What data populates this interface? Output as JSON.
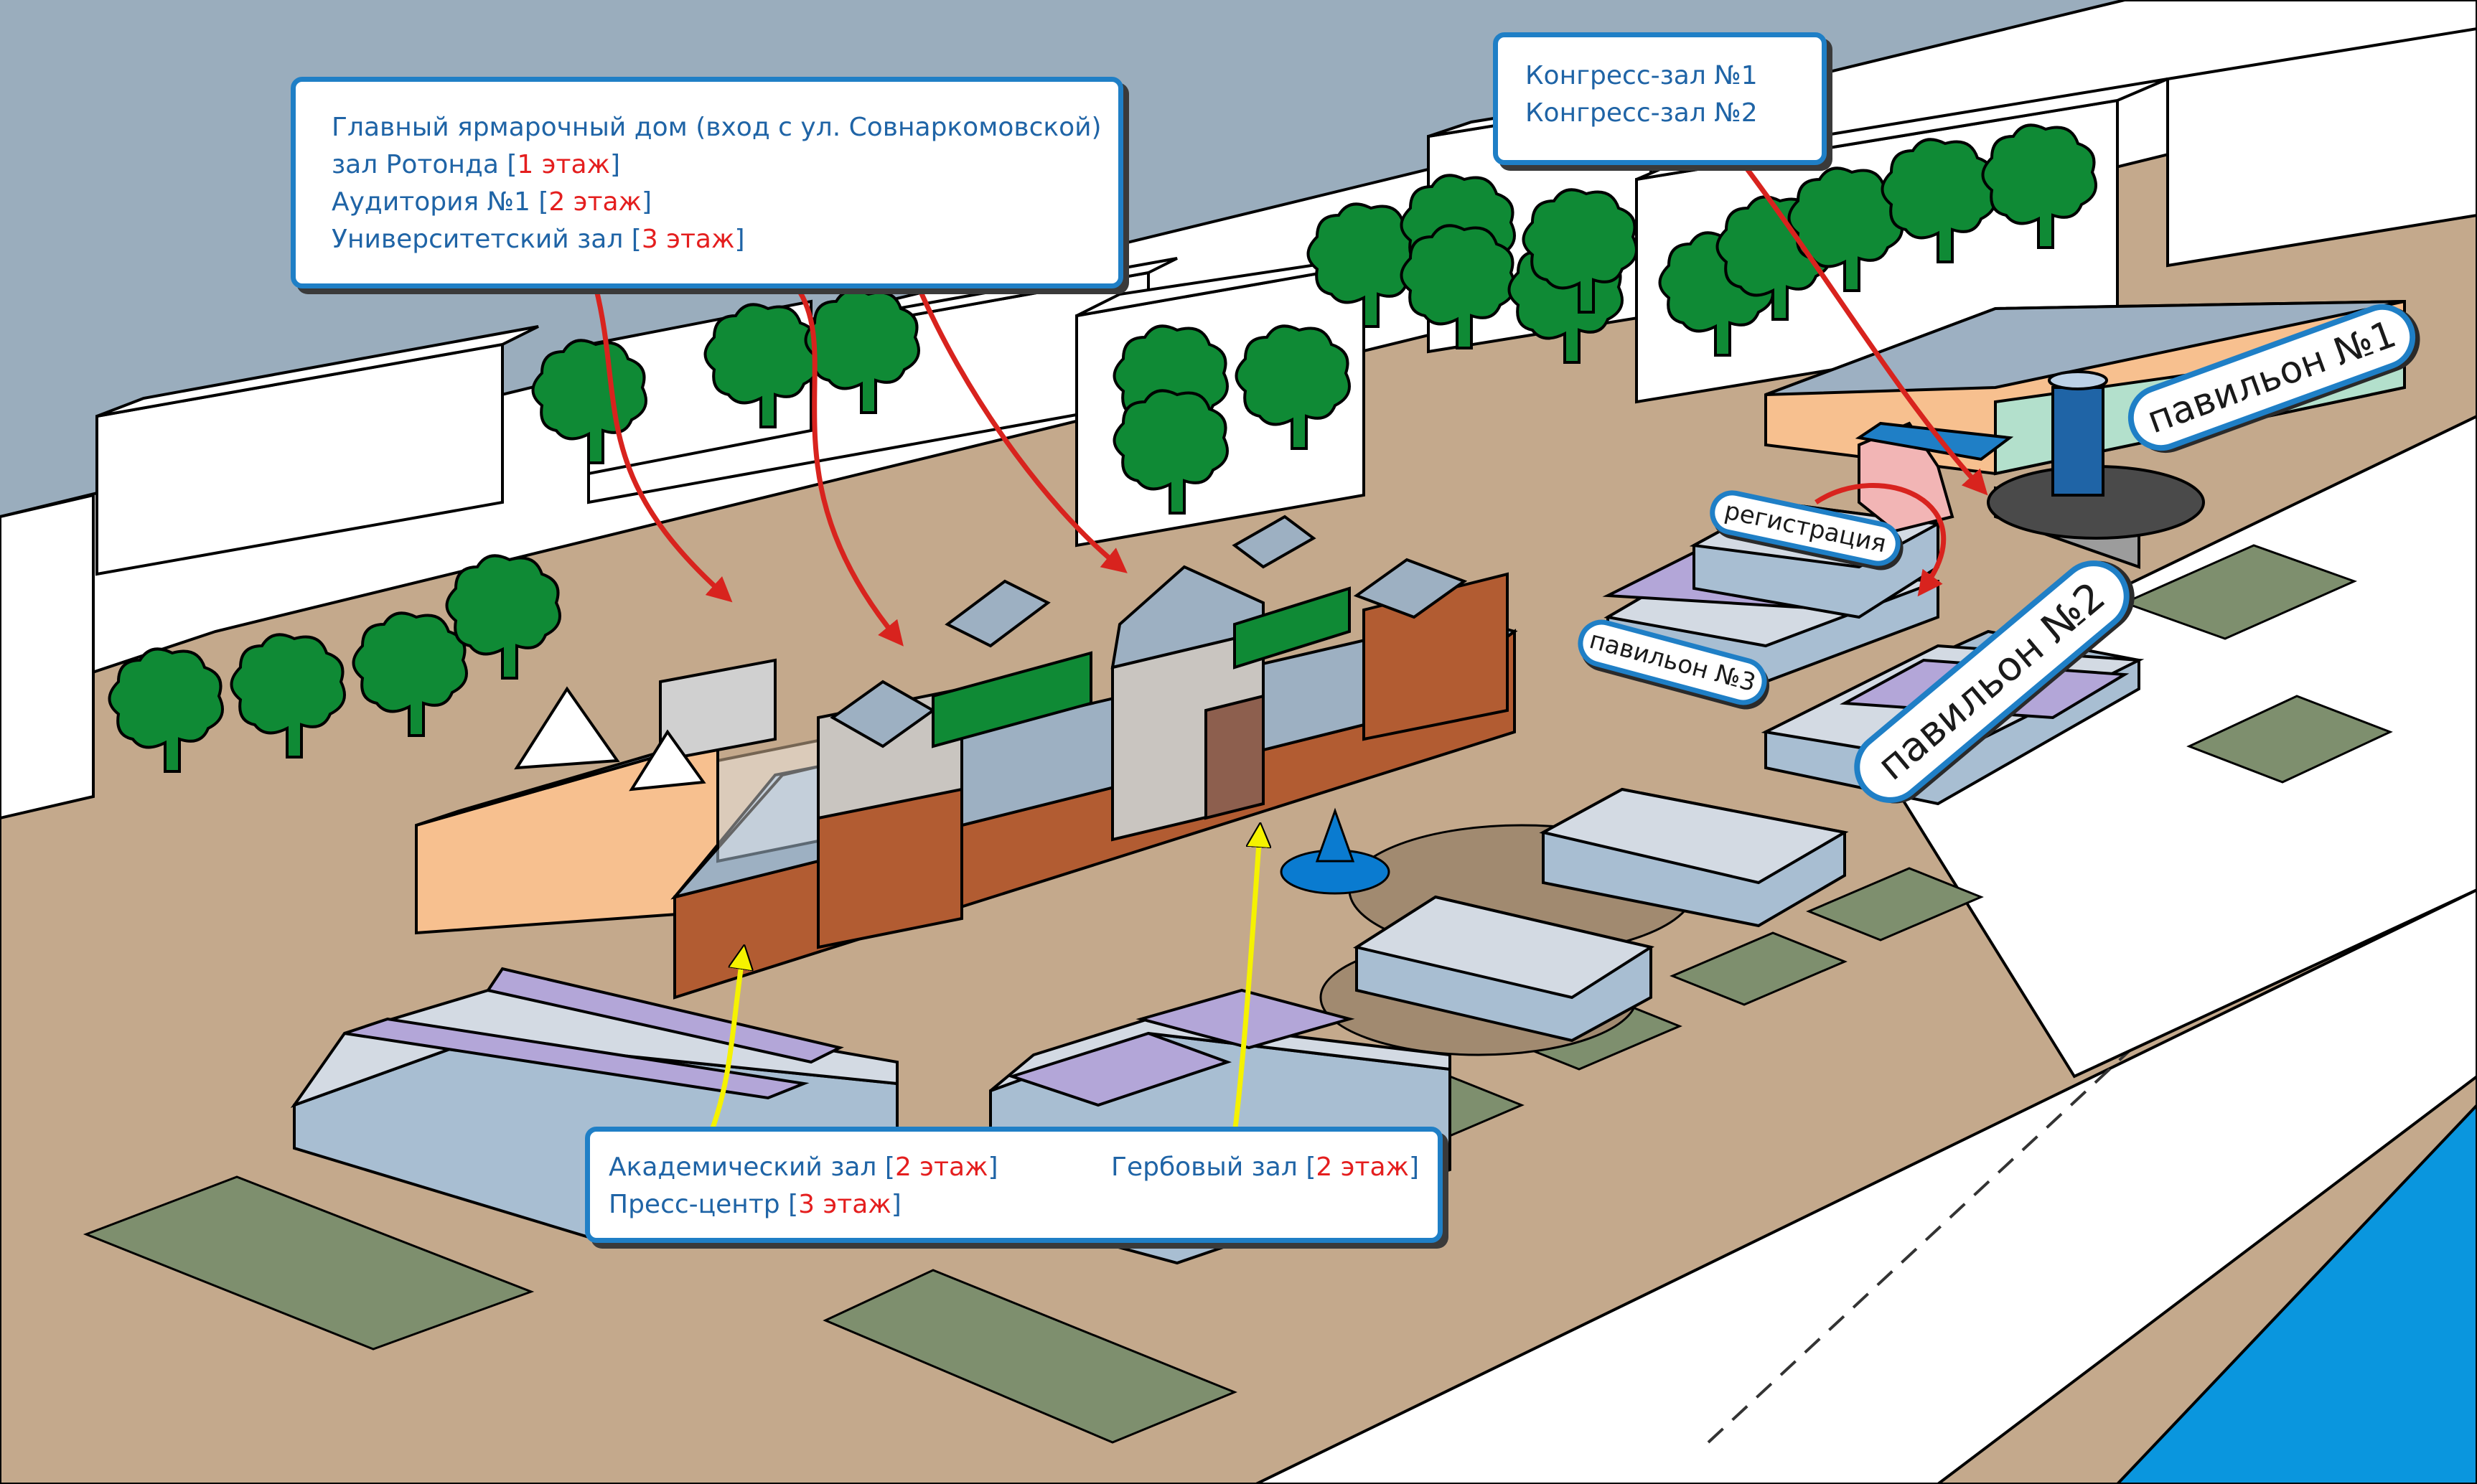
{
  "callouts": {
    "main_fair_house": {
      "line1": "Главный ярмарочный дом (вход с ул. Совнаркомовской)",
      "line2_text": "зал Ротонда",
      "line2_floor": "1 этаж",
      "line3_text": "Аудитория №1",
      "line3_floor": "2 этаж",
      "line4_text": "Университетский зал",
      "line4_floor": "3 этаж"
    },
    "congress": {
      "line1": "Конгресс-зал №1",
      "line2": "Конгресс-зал №2"
    },
    "bottom": {
      "academic_text": "Академический зал",
      "academic_floor": "2 этаж",
      "press_text": "Пресс-центр",
      "press_floor": "3 этаж",
      "gerb_text": "Гербовый зал",
      "gerb_floor": "2 этаж"
    }
  },
  "labels": {
    "registration": "регистрация",
    "pavilion1": "павильон №1",
    "pavilion2": "павильон №2",
    "pavilion3": "павильон №3"
  },
  "colors": {
    "ground": "#c4a98c",
    "sky": "#9aadbd",
    "water": "#0a96de",
    "grass": "#7e8f6e",
    "trees": "#0f8a35",
    "brick": "#b25c32",
    "roof": "#9db0c2",
    "callout_border": "#1f7fc6",
    "callout_text": "#1f64a6",
    "floor_text": "#e41e1e",
    "arrow_red": "#d8231e",
    "arrow_yellow": "#f5f200"
  }
}
